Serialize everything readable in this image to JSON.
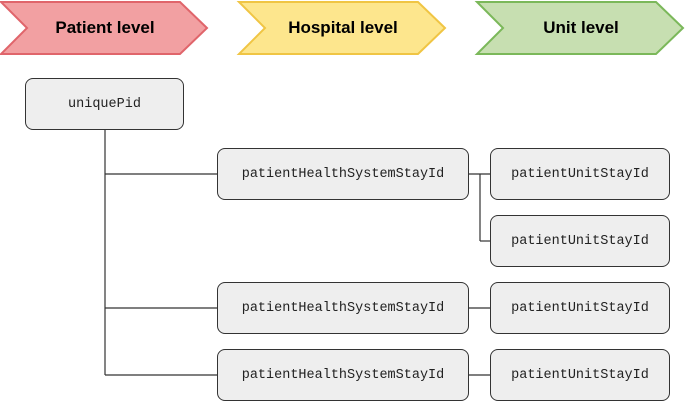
{
  "levels": [
    {
      "label": "Patient level",
      "fill": "#f2a0a2",
      "stroke": "#e0656b"
    },
    {
      "label": "Hospital level",
      "fill": "#fde68d",
      "stroke": "#f0c544"
    },
    {
      "label": "Unit level",
      "fill": "#c7dfb1",
      "stroke": "#7bb85a"
    }
  ],
  "nodes": {
    "root": "uniquePid",
    "hospital_stays": [
      "patientHealthSystemStayId",
      "patientHealthSystemStayId",
      "patientHealthSystemStayId"
    ],
    "unit_stays": [
      "patientUnitStayId",
      "patientUnitStayId",
      "patientUnitStayId",
      "patientUnitStayId"
    ]
  }
}
